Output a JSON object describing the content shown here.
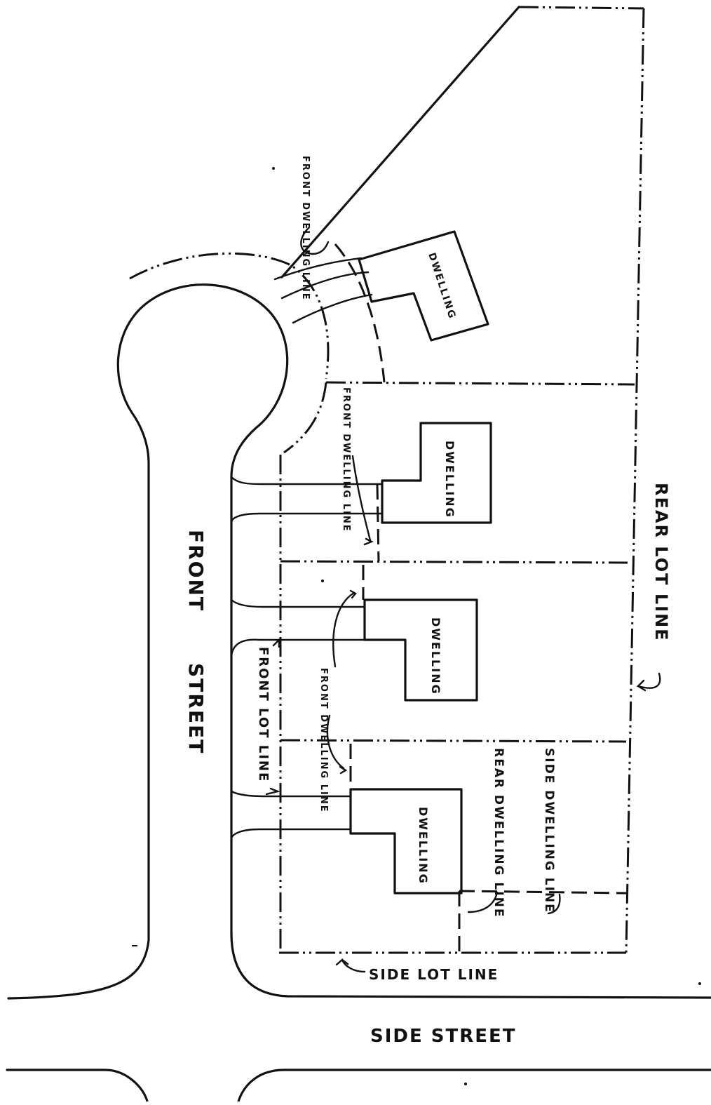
{
  "diagram": {
    "labels": {
      "front_street": "FRONT",
      "front_street_2": "STREET",
      "side_street": "SIDE STREET",
      "rear_lot_line": "REAR LOT LINE",
      "side_lot_line": "SIDE LOT LINE",
      "front_lot_line": "FRONT LOT LINE",
      "rear_dwelling_line": "REAR DWELLING LINE",
      "side_dwelling_line": "SIDE DWELLING LINE",
      "front_dwelling_line_1": "FRONT DWELLING LINE",
      "front_dwelling_line_2": "FRONT DWELLING LINE",
      "front_dwelling_line_3": "FRONT DWELLING LINE"
    },
    "dwellings": [
      "DWELLING",
      "DWELLING",
      "DWELLING",
      "DWELLING"
    ]
  }
}
